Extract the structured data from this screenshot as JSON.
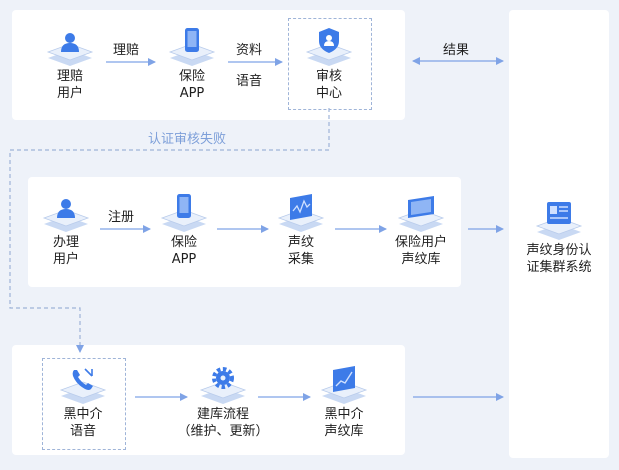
{
  "top": {
    "claim_user": {
      "line1": "理赔",
      "line2": "用户"
    },
    "claim_edge": "理赔",
    "insurance_app": {
      "line1": "保险",
      "line2": "APP"
    },
    "data_edge": "资料",
    "voice_edge": "语音",
    "audit_center": {
      "line1": "审核",
      "line2": "中心"
    },
    "result_edge": "结果"
  },
  "fail_edge": "认证审核失败",
  "middle": {
    "handle_user": {
      "line1": "办理",
      "line2": "用户"
    },
    "register_edge": "注册",
    "insurance_app": {
      "line1": "保险",
      "line2": "APP"
    },
    "voice_collect": {
      "line1": "声纹",
      "line2": "采集"
    },
    "user_voiceprint_db": {
      "line1": "保险用户",
      "line2": "声纹库"
    }
  },
  "bottom": {
    "blacklist_voice": {
      "line1": "黑中介",
      "line2": "语音"
    },
    "build_process": {
      "line1": "建库流程",
      "line2": "（维护、更新）"
    },
    "blacklist_db": {
      "line1": "黑中介",
      "line2": "声纹库"
    }
  },
  "system": {
    "line1": "声纹身份认",
    "line2": "证集群系统"
  },
  "colors": {
    "accent": "#3d7be8",
    "line": "#7fa3e6",
    "dash": "#9fb4d8",
    "fail_text": "#7d9fd9"
  }
}
